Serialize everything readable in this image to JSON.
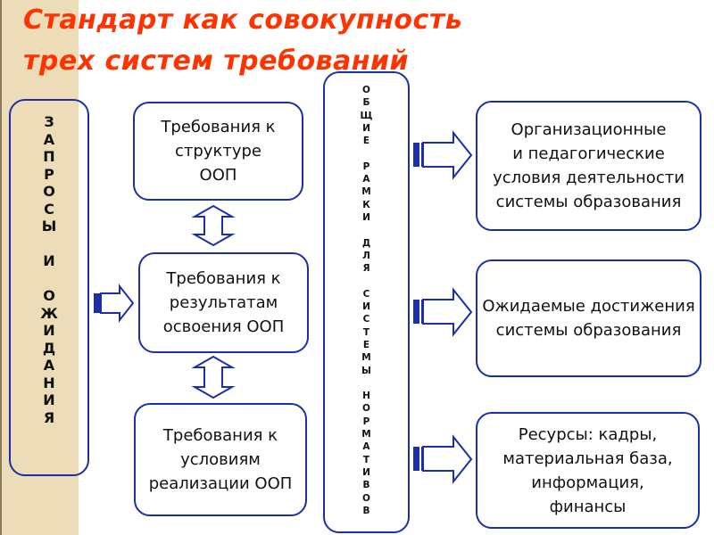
{
  "title": {
    "line1": "Стандарт как совокупность",
    "line2": "трех систем требований"
  },
  "left_column": {
    "text": "З\nА\nП\nР\nО\nС\nЫ\n\nИ\n\nО\nЖ\nИ\nД\nА\nН\nИ\nЯ"
  },
  "center_column": {
    "text": "О\nБ\nЩ\nИ\nЕ\n\nР\nА\nМ\nК\nИ\n\nД\nЛ\nЯ\n\nС\nИ\nС\nТ\nЕ\nМ\nЫ\n\nН\nО\nР\nМ\nА\nТ\nИ\nВ\nО\nВ"
  },
  "requirements": [
    {
      "text": "Требования к\nструктуре\nООП"
    },
    {
      "text": "Требования к\nрезультатам\nосвоения ООП"
    },
    {
      "text": "Требования к\nусловиям\nреализации ООП"
    }
  ],
  "outcomes": [
    {
      "text": "Организационные\nи педагогические\nусловия деятельности\nсистемы образования"
    },
    {
      "text": "Ожидаемые достижения\nсистемы образования"
    },
    {
      "text": "Ресурсы: кадры,\nматериальная база,\nинформация,\nфинансы"
    }
  ],
  "colors": {
    "title": "#ff3300",
    "border": "#1a2fa8",
    "strip": "#eddcb8"
  }
}
